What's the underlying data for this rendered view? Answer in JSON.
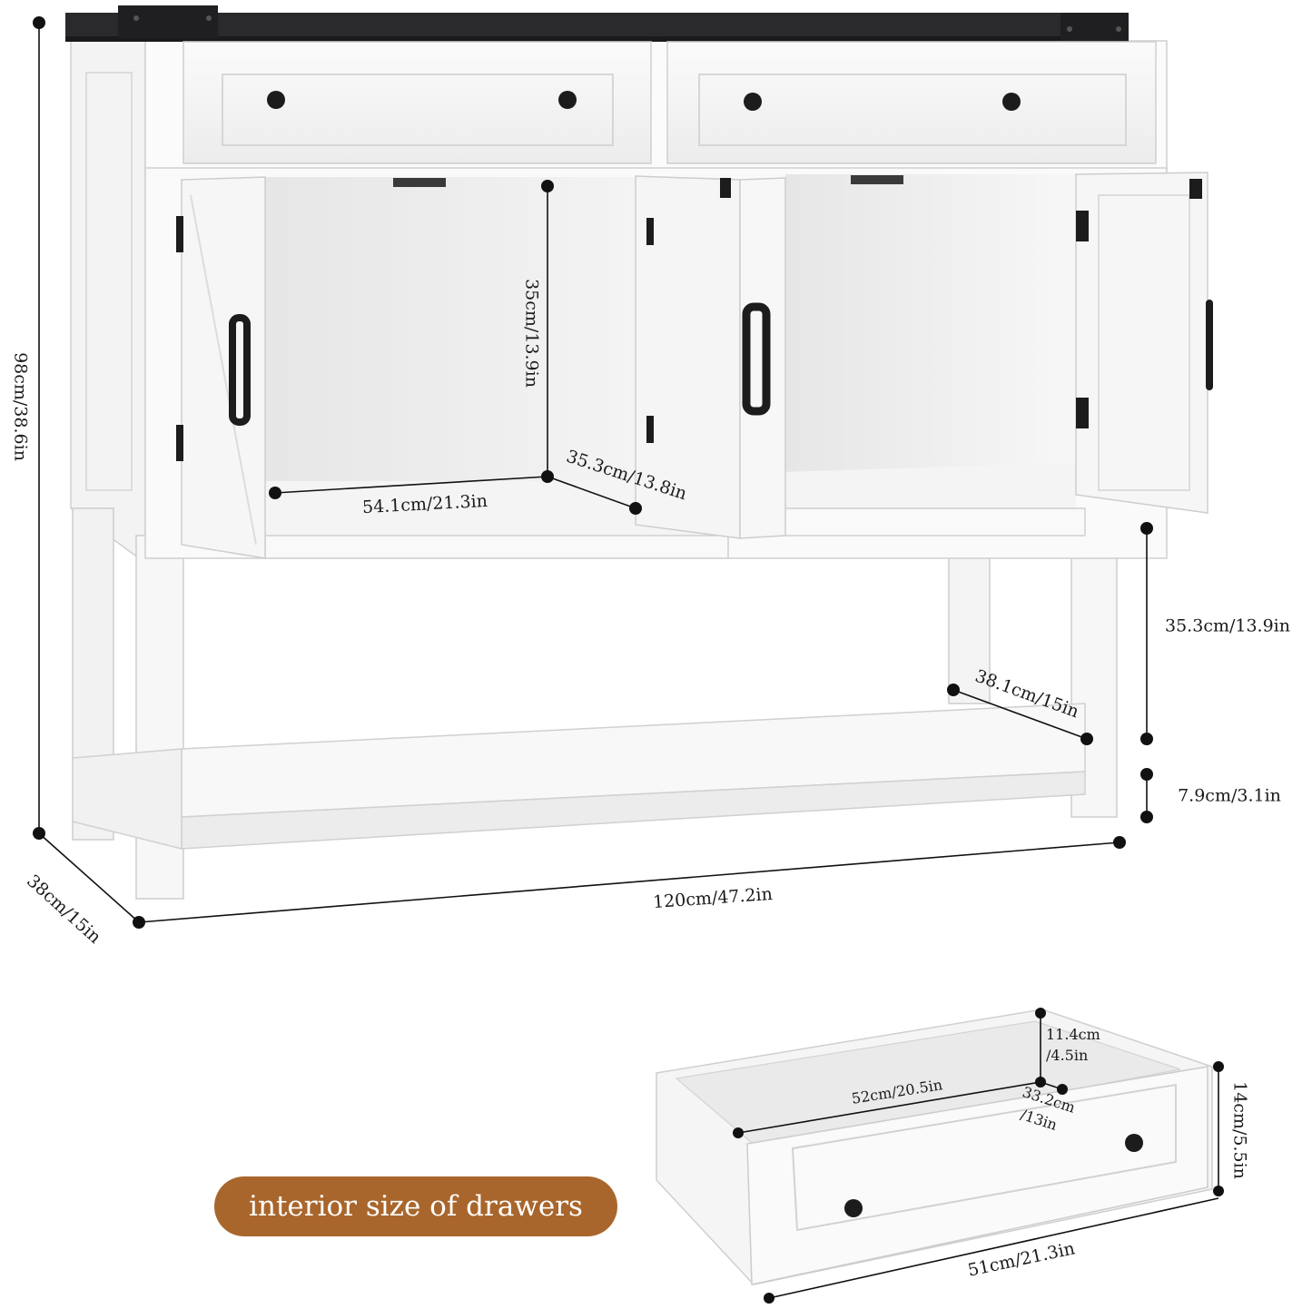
{
  "dimensions": {
    "height_total": "98cm/38.6in",
    "depth_total": "38cm/15in",
    "width_total": "120cm/47.2in",
    "cabinet_height": "35cm/13.9in",
    "cabinet_width": "54.1cm/21.3in",
    "cabinet_depth": "35.3cm/13.8in",
    "open_shelf_height": "35.3cm/13.9in",
    "bottom_shelf_depth": "38.1cm/15in",
    "floor_clearance": "7.9cm/3.1in"
  },
  "drawer": {
    "label": "interior size of drawers",
    "interior_height_line1": "11.4cm",
    "interior_height_line2": "/4.5in",
    "interior_width": "52cm/20.5in",
    "interior_depth_line1": "33.2cm",
    "interior_depth_line2": "/13in",
    "outer_height": "14cm/5.5in",
    "outer_width": "51cm/21.3in"
  },
  "colors": {
    "wood": "#ffffff",
    "top": "#2a2a2c",
    "hardware": "#1c1c1c",
    "badge": "#a9662c"
  }
}
